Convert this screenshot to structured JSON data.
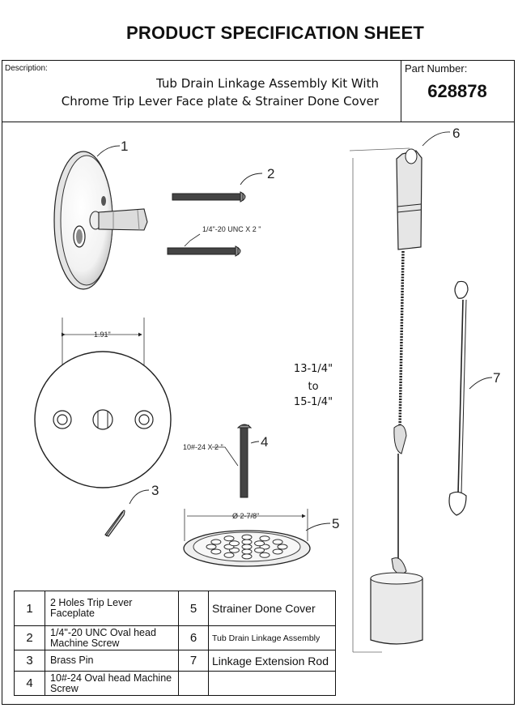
{
  "header": {
    "title": "PRODUCT SPECIFICATION SHEET",
    "description_label": "Description:",
    "description_line1": "Tub Drain Linkage Assembly Kit With",
    "description_line2": "Chrome Trip Lever Face plate & Strainer Done Cover",
    "part_number_label": "Part  Number:",
    "part_number": "628878"
  },
  "drawing": {
    "callouts": [
      "1",
      "2",
      "3",
      "4",
      "5",
      "6",
      "7"
    ],
    "dim_screw2": "1/4\"-20 UNC X 2 \"",
    "dim_faceplate_holes": "1.91\"",
    "dim_screw4": "10#-24 X 2 \"",
    "dim_strainer": "Ø 2-7/8\"",
    "length_line1": "13-1/4\"",
    "length_line2": "to",
    "length_line3": "15-1/4\""
  },
  "parts_table": [
    {
      "num": "1",
      "name": "2  Holes Trip Lever Faceplate",
      "num2": "5",
      "name2": "Strainer Done Cover"
    },
    {
      "num": "2",
      "name": "1/4\"-20 UNC Oval  head Machine Screw",
      "num2": "6",
      "name2": "Tub Drain Linkage Assembly"
    },
    {
      "num": "3",
      "name": "Brass  Pin",
      "num2": "7",
      "name2": "Linkage Extension Rod"
    },
    {
      "num": "4",
      "name": "10#-24 Oval  head Machine Screw",
      "num2": "",
      "name2": ""
    }
  ]
}
